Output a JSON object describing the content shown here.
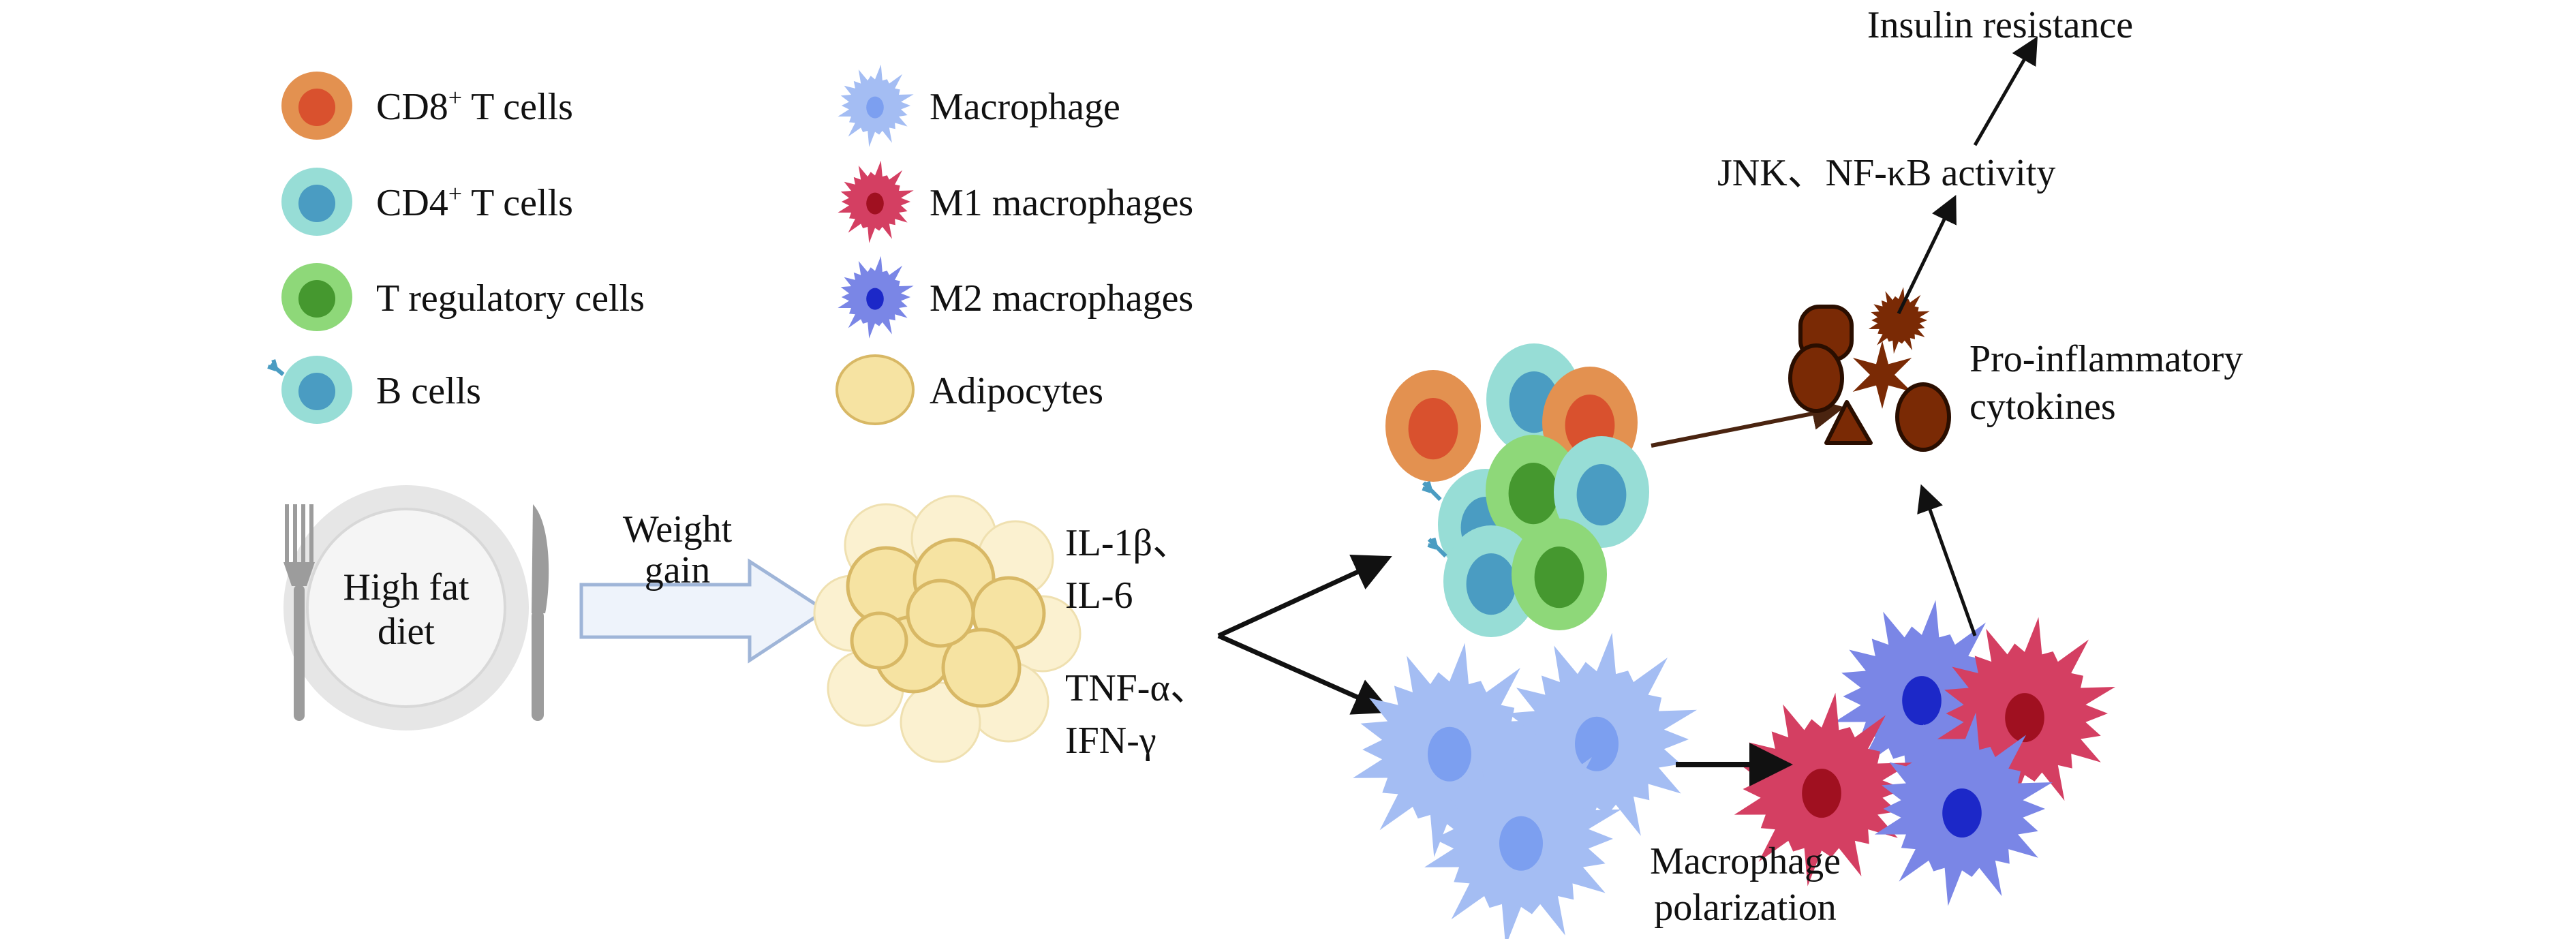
{
  "legend": {
    "items_left": [
      {
        "label": "CD8",
        "sup": "+",
        "suffix": " T cells",
        "icon": "cd8-t-cell-icon"
      },
      {
        "label": "CD4",
        "sup": "+",
        "suffix": " T cells",
        "icon": "cd4-t-cell-icon"
      },
      {
        "label": "T regulatory cells",
        "icon": "treg-cell-icon"
      },
      {
        "label": "B cells",
        "icon": "b-cell-icon"
      }
    ],
    "items_right": [
      {
        "label": "Macrophage",
        "icon": "macrophage-icon"
      },
      {
        "label": "M1 macrophages",
        "icon": "m1-macrophage-icon"
      },
      {
        "label": "M2 macrophages",
        "icon": "m2-macrophage-icon"
      },
      {
        "label": "Adipocytes",
        "icon": "adipocyte-icon"
      }
    ]
  },
  "flow": {
    "diet": [
      "High fat",
      "diet"
    ],
    "weight_gain": [
      "Weight",
      "gain"
    ],
    "cytokines_top": [
      "IL-1β、",
      "IL-6"
    ],
    "cytokines_bottom": [
      "TNF-α、",
      "IFN-γ"
    ],
    "pro_inflammatory": [
      "Pro-inflammatory",
      "cytokines"
    ],
    "signaling": "JNK、NF-κB activity",
    "outcome": "Insulin resistance",
    "polarization": [
      "Macrophage",
      "polarization"
    ]
  },
  "colors": {
    "cd8_outer": "#e39150",
    "cd8_inner": "#d9512e",
    "cd4_outer": "#97ddd6",
    "cd4_inner": "#4a9cc2",
    "treg_outer": "#8ed879",
    "treg_inner": "#45982f",
    "macrophage": "#a4bdf3",
    "macrophage_nuc": "#7c9ff0",
    "m1": "#d43f62",
    "m1_nuc": "#a01020",
    "m2": "#7a86e6",
    "m2_nuc": "#1c28c8",
    "adipocyte": "#f6e3a2",
    "adipocyte_edge": "#d8b865",
    "cytokine": "#7a2a05",
    "arrow": "#111111",
    "brown_arrow": "#4a2410"
  }
}
